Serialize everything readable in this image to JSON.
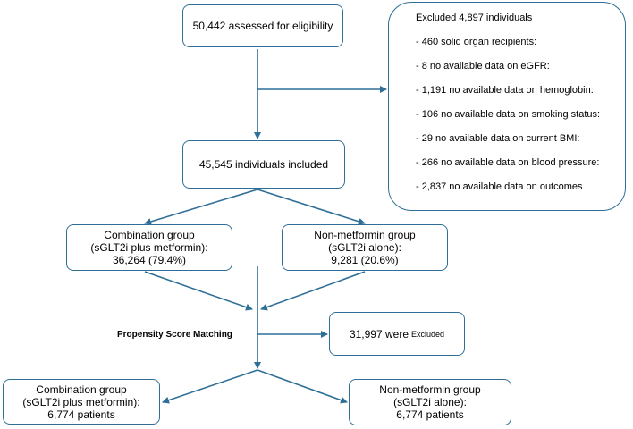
{
  "assessed": "50,442 assessed  for eligibility",
  "excluded": {
    "title": "Excluded 4,897 individuals",
    "items": [
      "- 460 solid organ recipients:",
      "- 8 no available data on  eGFR:",
      "- 1,191 no available data on hemoglobin:",
      "- 106 no available data on smoking status:",
      "- 29 no available data on current BMI:",
      "- 266 no available data on blood pressure:",
      "- 2,837 no available data on outcomes"
    ]
  },
  "included": "45,545 individuals included",
  "combination_group": {
    "line1": "Combination group",
    "line2": "(sGLT2i plus metformin):",
    "line3": "36,264 (79.4%)"
  },
  "nonmetformin_group": {
    "line1": "Non-metformin group",
    "line2": "(sGLT2i alone):",
    "line3": "9,281 (20.6%)"
  },
  "psm_label": "Propensity Score Matching",
  "psm_excluded": {
    "count": "31,997 were",
    "word": "Excluded"
  },
  "matched_combination": {
    "line1": "Combination group",
    "line2": "(sGLT2i plus metformin):",
    "line3": "6,774 patients"
  },
  "matched_nonmetformin": {
    "line1": "Non-metformin group",
    "line2": "(sGLT2i alone):",
    "line3": "6,774 patients"
  },
  "colors": {
    "stroke": "#2f6f97"
  }
}
